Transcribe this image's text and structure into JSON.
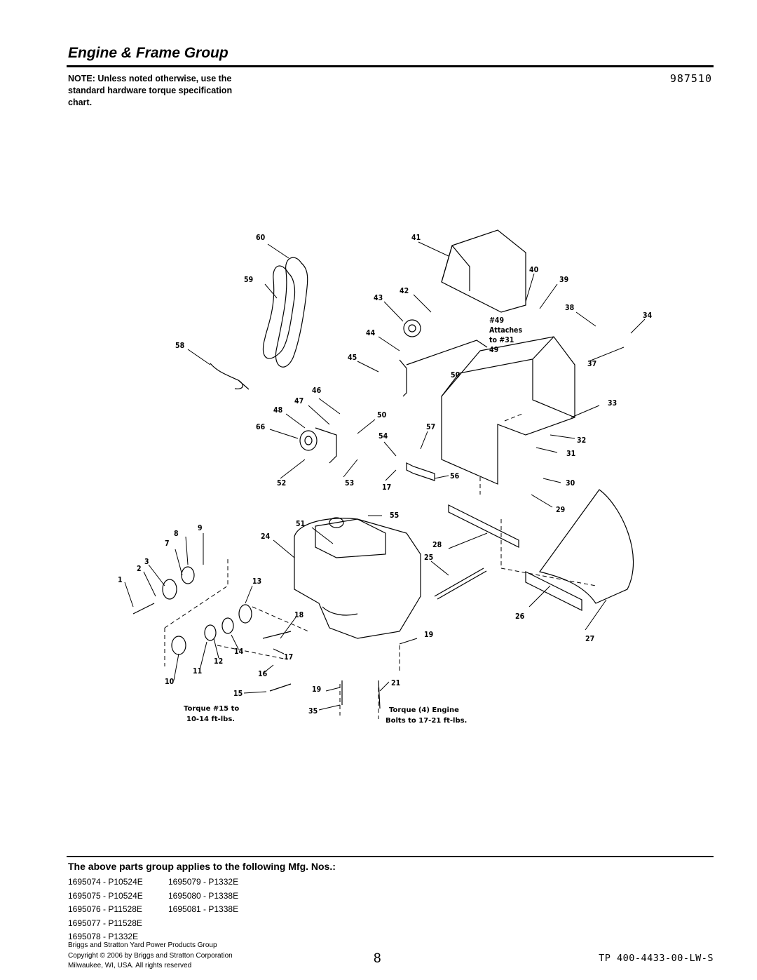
{
  "header": {
    "title": "Engine & Frame Group",
    "note": "NOTE: Unless noted otherwise, use the standard hardware torque specification chart.",
    "part_number": "987510"
  },
  "diagram": {
    "callouts": [
      "60",
      "41",
      "40",
      "39",
      "59",
      "43",
      "42",
      "38",
      "34",
      "44",
      "#49",
      "Attaches",
      "to #31",
      "49",
      "58",
      "45",
      "50",
      "37",
      "46",
      "47",
      "33",
      "48",
      "50",
      "66",
      "57",
      "54",
      "32",
      "31",
      "52",
      "53",
      "56",
      "30",
      "17",
      "29",
      "55",
      "51",
      "9",
      "8",
      "24",
      "7",
      "28",
      "25",
      "3",
      "2",
      "1",
      "13",
      "18",
      "26",
      "27",
      "19",
      "14",
      "12",
      "17",
      "11",
      "16",
      "10",
      "21",
      "19",
      "15",
      "35"
    ],
    "torque_note_left": [
      "Torque #15 to",
      "10-14 ft-lbs."
    ],
    "torque_note_right": [
      "Torque (4) Engine",
      "Bolts to 17-21 ft-lbs."
    ]
  },
  "applies": {
    "heading": "The above parts group applies to the following Mfg. Nos.:",
    "col1": [
      "1695074 - P10524E",
      "1695075 - P10524E",
      "1695076 - P11528E",
      "1695077 - P11528E",
      "1695078 - P1332E"
    ],
    "col2": [
      "1695079 - P1332E",
      "1695080 - P1338E",
      "1695081 - P1338E"
    ]
  },
  "footer": {
    "line1": "Briggs and Stratton Yard Power Products Group",
    "line2": "Copyright ©  2006 by Briggs and Stratton Corporation",
    "line3": "Milwaukee, WI, USA. All rights reserved",
    "page": "8",
    "doc_code": "TP 400-4433-00-LW-S"
  }
}
